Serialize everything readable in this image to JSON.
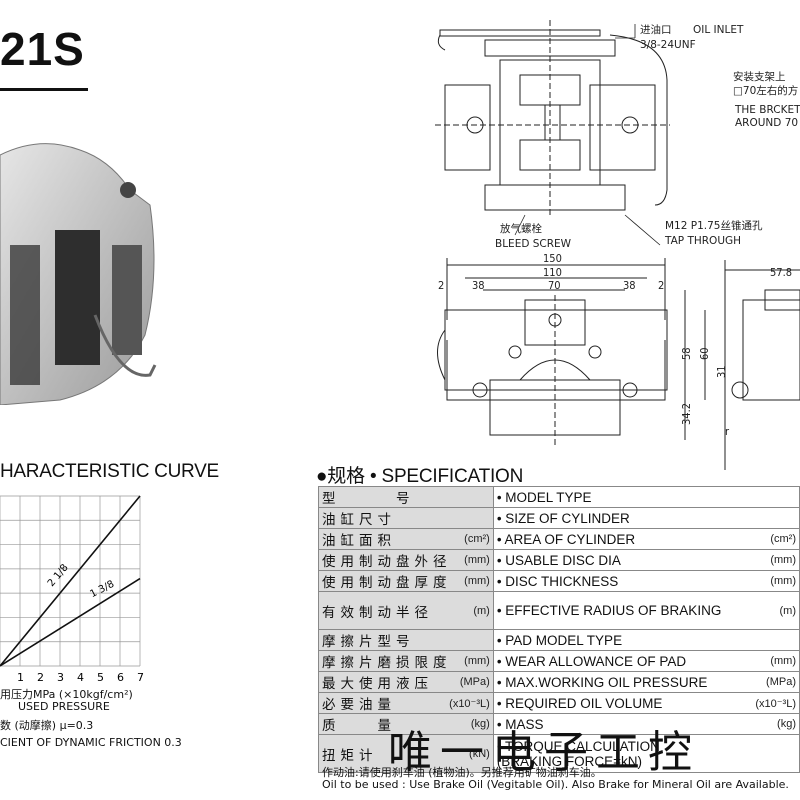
{
  "model": {
    "title": "21S"
  },
  "drawing": {
    "oil_inlet_cn": "进油口",
    "oil_inlet_en": "OIL INLET",
    "thread": "3/8-24UNF",
    "bracket_cn_1": "安装支架上",
    "bracket_cn_2": "□70左右的方",
    "bracket_en_1": "THE BRCKET",
    "bracket_en_2": "AROUND 70",
    "bleed_cn": "放气螺栓",
    "bleed_en": "BLEED SCREW",
    "tap_cn": "M12 P1.75丝锥通孔",
    "tap_en": "TAP THROUGH",
    "dims": {
      "d150": "150",
      "d110": "110",
      "d70": "70",
      "d38a": "38",
      "d38b": "38",
      "d2a": "2",
      "d2b": "2",
      "d58": "58",
      "d60": "60",
      "d31": "31",
      "d342": "34.2",
      "d578": "57.8",
      "dr": "r"
    }
  },
  "curve": {
    "title": "HARACTERISTIC CURVE",
    "x_axis_label": "用压力MPa (×10kgf/cm²)",
    "x_axis_label_en": "USED PRESSURE",
    "friction_cn": "数 (动摩擦)   μ=0.3",
    "friction_en": "CIENT OF DYNAMIC FRICTION 0.3",
    "x_ticks": [
      "1",
      "2",
      "3",
      "4",
      "5",
      "6",
      "7"
    ]
  },
  "chart_data": {
    "type": "line",
    "title": "HARACTERISTIC CURVE",
    "xlabel": "用压力MPa (×10kgf/cm²)",
    "ylabel": "",
    "xlim": [
      0,
      7
    ],
    "ylim": [
      0,
      7
    ],
    "x": [
      0,
      7
    ],
    "series": [
      {
        "name": "2 1/8",
        "values": [
          0,
          7
        ]
      },
      {
        "name": "1 3/8",
        "values": [
          0,
          3.6
        ]
      }
    ]
  },
  "spec": {
    "title": "●规格 • SPECIFICATION",
    "rows": [
      {
        "cn": "型　　　号",
        "cn_unit": "",
        "en": "• MODEL TYPE",
        "en_unit": ""
      },
      {
        "cn": "油缸尺寸",
        "cn_unit": "",
        "en": "• SIZE OF CYLINDER",
        "en_unit": ""
      },
      {
        "cn": "油缸面积",
        "cn_unit": "(cm²)",
        "en": "• AREA OF CYLINDER",
        "en_unit": "(cm²)"
      },
      {
        "cn": "使用制动盘外径",
        "cn_unit": "(mm)",
        "en": "• USABLE DISC DIA",
        "en_unit": "(mm)"
      },
      {
        "cn": "使用制动盘厚度",
        "cn_unit": "(mm)",
        "en": "• DISC THICKNESS",
        "en_unit": "(mm)"
      },
      {
        "cn": "有效制动半径",
        "cn_unit": "(m)",
        "en": "• EFFECTIVE RADIUS OF BRAKING",
        "en_unit": "(m)"
      },
      {
        "cn": "摩擦片型号",
        "cn_unit": "",
        "en": "• PAD MODEL TYPE",
        "en_unit": ""
      },
      {
        "cn": "摩擦片磨损限度",
        "cn_unit": "(mm)",
        "en": "• WEAR ALLOWANCE OF PAD",
        "en_unit": "(mm)"
      },
      {
        "cn": "最大使用液压",
        "cn_unit": "(MPa)",
        "en": "• MAX.WORKING OIL PRESSURE",
        "en_unit": "(MPa)"
      },
      {
        "cn": "必要油量",
        "cn_unit": "(x10⁻³L)",
        "en": "• REQUIRED OIL VOLUME",
        "en_unit": "(x10⁻³L)"
      },
      {
        "cn": "质　　量",
        "cn_unit": "(kg)",
        "en": "• MASS",
        "en_unit": "(kg)"
      },
      {
        "cn": "扭矩计",
        "cn_unit": "(kN)",
        "en": "• TORQUE CALCULATION",
        "en_unit": "",
        "en2": "(BRAKING FORCE=kN)"
      }
    ],
    "footnote_cn": "作动油:请使用刹车油 (植物油)。另推荐用矿物油刹车油。",
    "footnote_en": "Oil to be used : Use Brake Oil (Vegitable Oil). Also Brake for Mineral Oil are Available."
  },
  "watermark": "唯一电子工控"
}
